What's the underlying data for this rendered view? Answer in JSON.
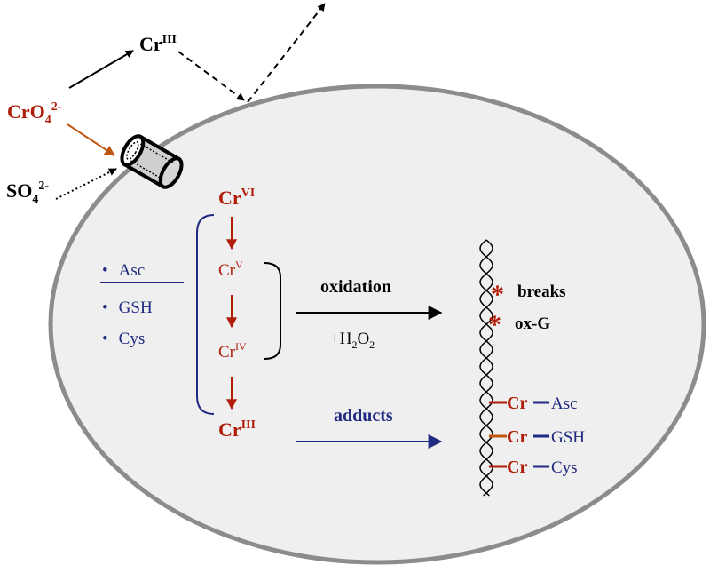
{
  "outside": {
    "crIII": {
      "base": "Cr",
      "sup": "III"
    },
    "chromate": {
      "base": "CrO",
      "sub": "4",
      "sup": "2-"
    },
    "sulfate": {
      "base": "SO",
      "sub": "4",
      "sup": "2-"
    }
  },
  "reducers": [
    "Asc",
    "GSH",
    "Cys"
  ],
  "bullet": "•",
  "species": {
    "crVI": {
      "base": "Cr",
      "sup": "VI"
    },
    "crV": {
      "base": "Cr",
      "sup": "V"
    },
    "crIV": {
      "base": "Cr",
      "sup": "IV"
    },
    "crIII": {
      "base": "Cr",
      "sup": "III"
    }
  },
  "oxidation": {
    "label": "oxidation",
    "reagent": {
      "pre": "+H",
      "sub1": "2",
      "mid": "O",
      "sub2": "2"
    }
  },
  "adducts_label": "adducts",
  "dna_damage": [
    "breaks",
    "ox-G"
  ],
  "adducts": [
    {
      "metal": "Cr",
      "ligand": "Asc"
    },
    {
      "metal": "Cr",
      "ligand": "GSH"
    },
    {
      "metal": "Cr",
      "ligand": "Cys"
    }
  ],
  "colors": {
    "chromium_red": "#b01e0a",
    "reducer_blue": "#1f2a80",
    "cell_fill": "#efefef",
    "cell_border": "#8c8c8c",
    "chromate_arrow": "#c0550f"
  }
}
